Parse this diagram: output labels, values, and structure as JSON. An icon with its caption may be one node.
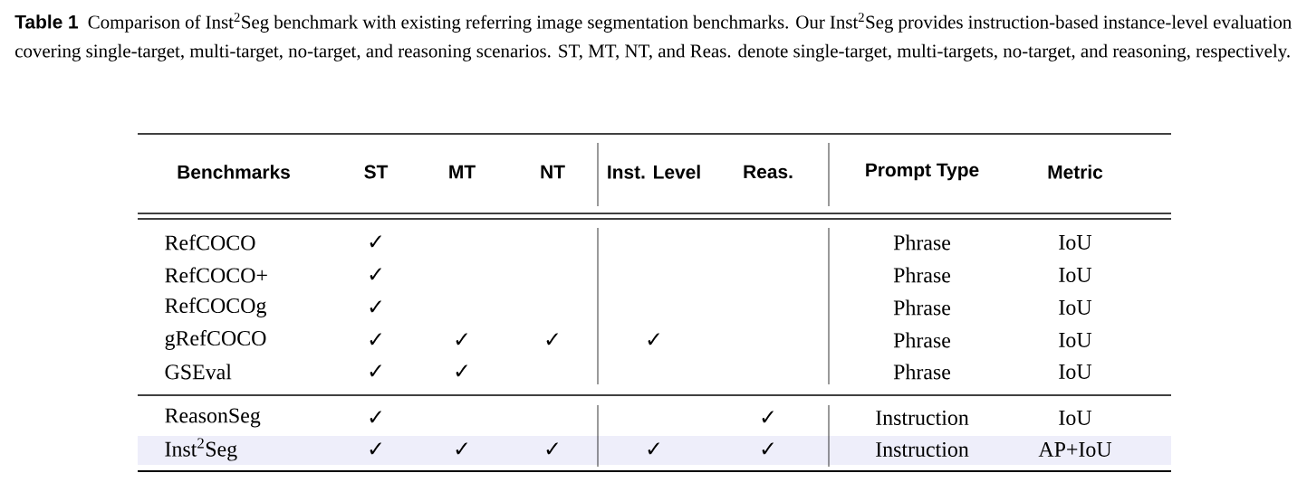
{
  "diagram": {
    "caption": "Comparison of Inst$^{2}$Seg benchmark with existing referring image segmentation benchmarks. Our Inst$^{2}$Seg provides instruction-based instance-level evaluation covering single-target, multi-target, no-target, and reasoning scenarios. ST, MT, NT, and Reas. denote single-target, multi-targets, no-target, and reasoning, respectively.",
    "labels": [
      "Table 1",
      "Benchmarks",
      "ST",
      "MT",
      "NT",
      "Inst. Level",
      "Reas.",
      "Prompt Type",
      "Metric",
      "RefCOCO",
      "✓",
      "Phrase",
      "IoU",
      "RefCOCO+",
      "✓",
      "Phrase",
      "IoU",
      "RefCOCOg",
      "✓",
      "Phrase",
      "IoU",
      "gRefCOCO",
      "✓",
      "✓",
      "✓",
      "✓",
      "Phrase",
      "IoU",
      "GSEval",
      "✓",
      "✓",
      "Phrase",
      "IoU",
      "ReasonSeg",
      "✓",
      "✓",
      "Instruction",
      "IoU",
      "Inst$^{2}$Seg",
      "✓",
      "✓",
      "✓",
      "✓",
      "✓",
      "Instruction",
      "AP+IoU"
    ]
  }
}
